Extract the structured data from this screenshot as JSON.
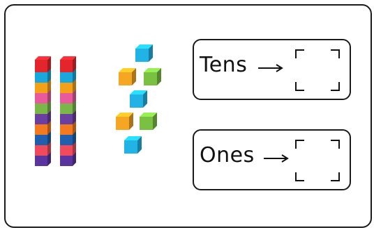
{
  "place_value": {
    "tens_label": "Tens",
    "ones_label": "Ones",
    "tens_answer": "",
    "ones_answer": ""
  },
  "model": {
    "rods": 2,
    "cubes_per_rod": 10,
    "loose_cubes": 7,
    "rod_colors": [
      "#e3262c",
      "#1aa7dc",
      "#f4a11a",
      "#e85a9b",
      "#7ab648",
      "#6b3fa0",
      "#f47a20",
      "#1f5fae",
      "#ef4b5c",
      "#5a35a0"
    ],
    "loose_cube_colors": [
      "#22b3e6",
      "#f5a623",
      "#79c043",
      "#22b3e6",
      "#f5a623",
      "#79c043",
      "#22b3e6",
      "#f5a623",
      "#79c043"
    ]
  }
}
